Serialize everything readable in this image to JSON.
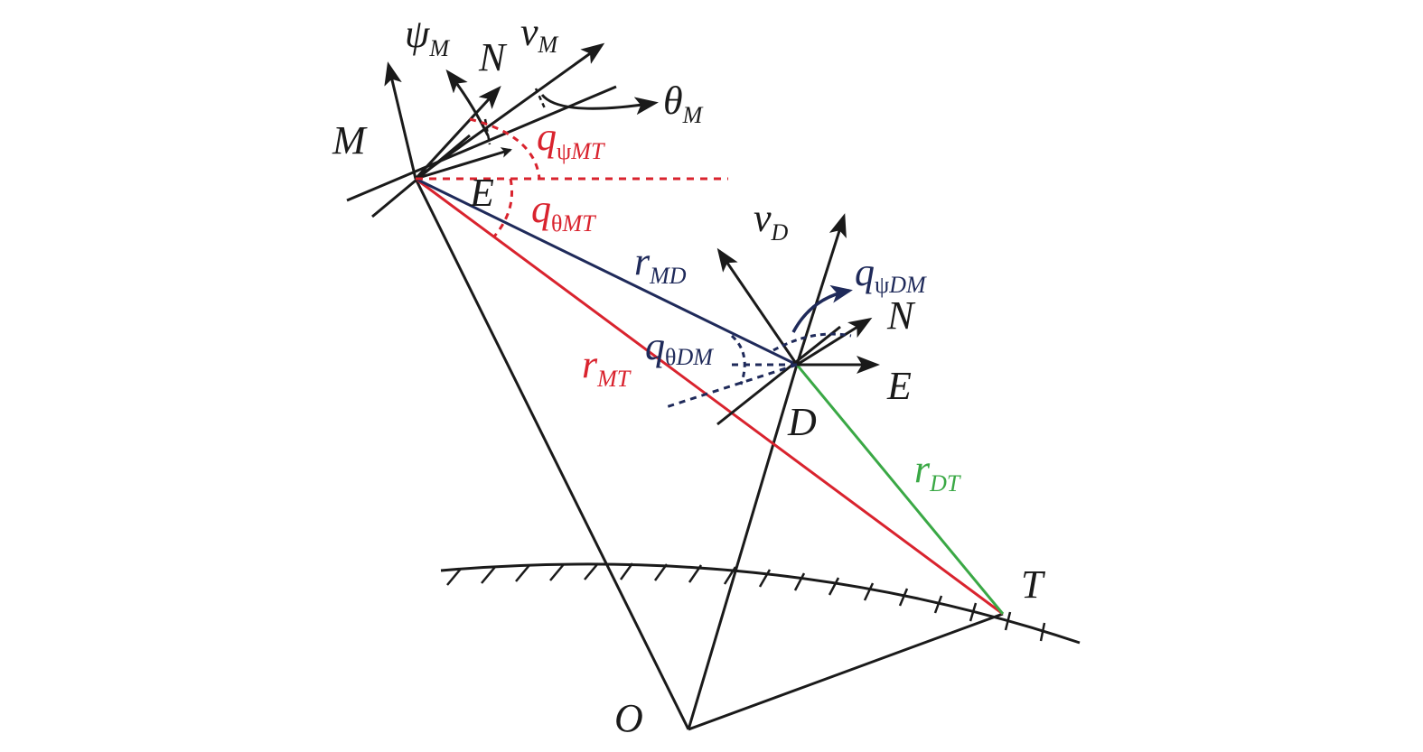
{
  "diagram": {
    "colors": {
      "black": "#1a1a1a",
      "red": "#d9232e",
      "navy": "#1f2a5a",
      "green": "#3aa845"
    },
    "points": {
      "M": "M",
      "D": "D",
      "T": "T",
      "O": "O"
    },
    "missile_frame": {
      "psi": {
        "base": "ψ",
        "sub": "M"
      },
      "v": {
        "base": "v",
        "sub": "M"
      },
      "N": "N",
      "E": "E",
      "theta": {
        "base": "θ",
        "sub": "M"
      },
      "q_psi_MT": {
        "base": "q",
        "sub1": "ψ",
        "sub2": "MT"
      },
      "q_theta_MT": {
        "base": "q",
        "sub1": "θ",
        "sub2": "MT"
      }
    },
    "decoy_frame": {
      "v": {
        "base": "v",
        "sub": "D"
      },
      "N": "N",
      "E": "E",
      "q_psi_DM": {
        "base": "q",
        "sub1": "ψ",
        "sub2": "DM"
      },
      "q_theta_DM": {
        "base": "q",
        "sub1": "θ",
        "sub2": "DM"
      }
    },
    "ranges": {
      "r_MD": {
        "base": "r",
        "sub": "MD"
      },
      "r_MT": {
        "base": "r",
        "sub": "MT"
      },
      "r_DT": {
        "base": "r",
        "sub": "DT"
      }
    }
  }
}
